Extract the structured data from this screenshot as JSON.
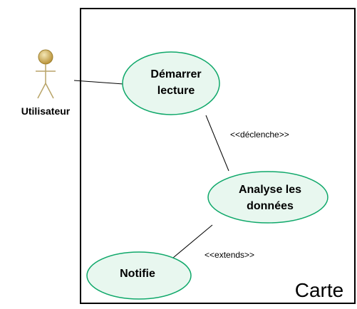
{
  "system": {
    "name": "Carte"
  },
  "actor": {
    "name": "Utilisateur"
  },
  "use_cases": {
    "demarrer": {
      "line1": "Démarrer",
      "line2": "lecture"
    },
    "analyse": {
      "line1": "Analyse les",
      "line2": "données"
    },
    "notifie": {
      "line1": "Notifie"
    }
  },
  "relations": {
    "declenche": "<<déclenche>>",
    "extends": "<<extends>>"
  },
  "colors": {
    "use_case_fill": "#e8f7ef",
    "use_case_stroke": "#0fa86a",
    "actor_head": "#c9a94c",
    "actor_body": "#b8a468",
    "line": "#000000"
  }
}
